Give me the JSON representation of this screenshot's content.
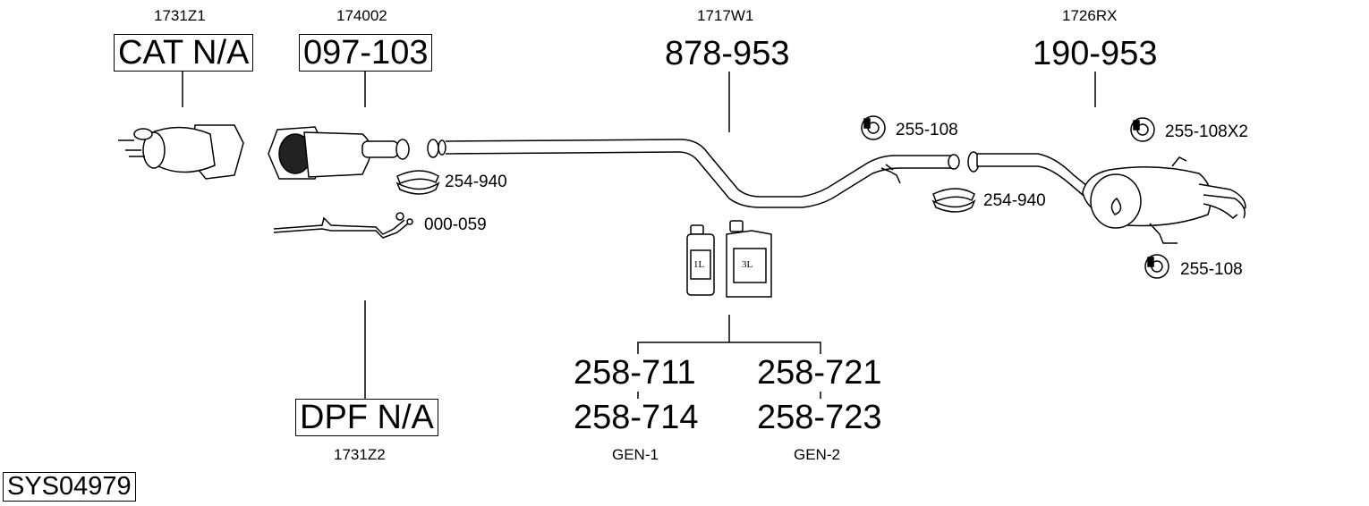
{
  "parts": {
    "cat": {
      "ref": "1731Z1",
      "code": "CAT N/A"
    },
    "front_cat": {
      "ref": "174002",
      "code": "097-103"
    },
    "dpf": {
      "ref": "1731Z2",
      "code": "DPF N/A"
    },
    "mid_pipe": {
      "ref": "1717W1",
      "code": "878-953"
    },
    "rear_silencer": {
      "ref": "1726RX",
      "code": "190-953"
    }
  },
  "small_parts": {
    "clamp_front": "254-940",
    "clamp_rear": "254-940",
    "sensor_pipe": "000-059",
    "mount_mid": "255-108",
    "mount_rear_top": "255-108X2",
    "mount_rear_bottom": "255-108"
  },
  "fluids": {
    "can_small": "1L",
    "can_large": "3L",
    "gen1": {
      "codes": [
        "258-711",
        "258-714"
      ],
      "label": "GEN-1"
    },
    "gen2": {
      "codes": [
        "258-721",
        "258-723"
      ],
      "label": "GEN-2"
    }
  },
  "system_id": "SYS04979"
}
